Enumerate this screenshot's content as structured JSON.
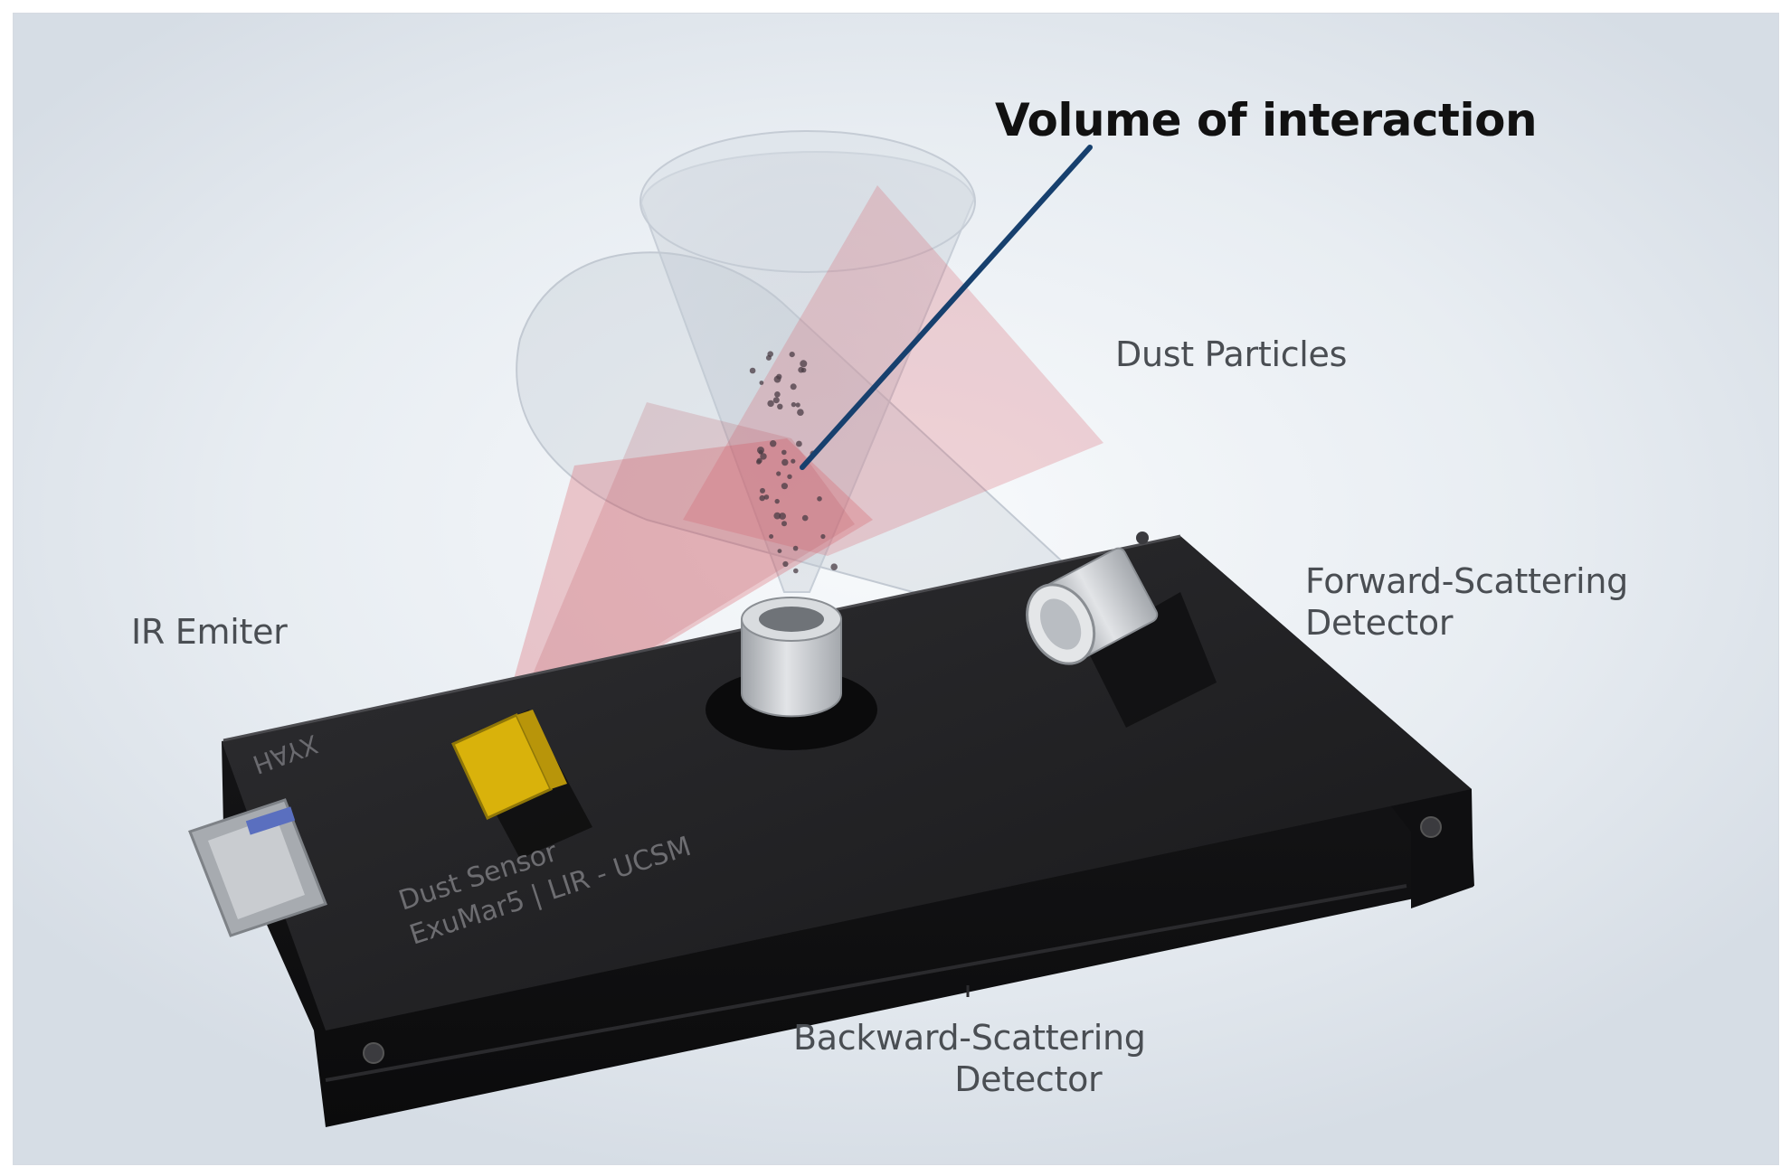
{
  "labels": {
    "title": "Volume of interaction",
    "dust_particles": "Dust Particles",
    "ir_emitter": "IR Emiter",
    "forward_line1": "Forward-Scattering",
    "forward_line2": "Detector",
    "backward_line1": "Backward-Scattering",
    "backward_line2": "Detector"
  },
  "device_text": {
    "brand": "XYAH",
    "model_line1": "Dust Sensor",
    "model_line2": "ExuMar5 | LIR - UCSM"
  },
  "colors": {
    "background": "#e4e9ee",
    "device_body": "#1c1c1e",
    "ir_beam": "#d9626c",
    "emitter": "#d9b20b",
    "pointer_line": "#17406e",
    "detector": "#c8cbcf"
  }
}
